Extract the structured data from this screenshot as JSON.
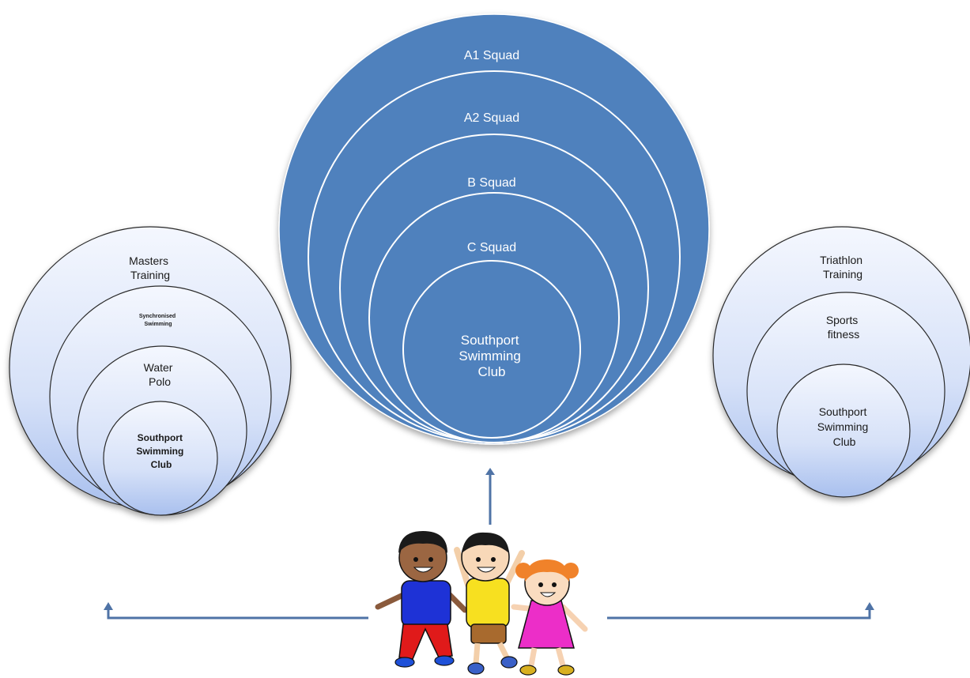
{
  "center_stack": {
    "layers": [
      {
        "label": "A1 Squad"
      },
      {
        "label": "A2 Squad"
      },
      {
        "label": "B Squad"
      },
      {
        "label": "C Squad"
      }
    ],
    "core_lines": [
      "Southport",
      "Swimming",
      "Club"
    ],
    "fill_color": "#4f81bd",
    "stroke_color": "#ffffff"
  },
  "left_stack": {
    "outer_lines": [
      "Masters",
      "Training"
    ],
    "second_lines": [
      "Synchronised",
      "Swimming"
    ],
    "third_lines": [
      "Water",
      "Polo"
    ],
    "core_lines": [
      "Southport",
      "Swimming",
      "Club"
    ]
  },
  "right_stack": {
    "outer_lines": [
      "Triathlon",
      "Training"
    ],
    "second_lines": [
      "Sports",
      "fitness"
    ],
    "core_lines": [
      "Southport",
      "Swimming",
      "Club"
    ]
  },
  "colors": {
    "arrow": "#4f73a6",
    "light_circle_top": "#f4f7fe",
    "light_circle_bottom": "#a9c0ee",
    "light_circle_stroke": "#2b2b2b"
  },
  "illustration": {
    "icon": "three-children-icon"
  }
}
